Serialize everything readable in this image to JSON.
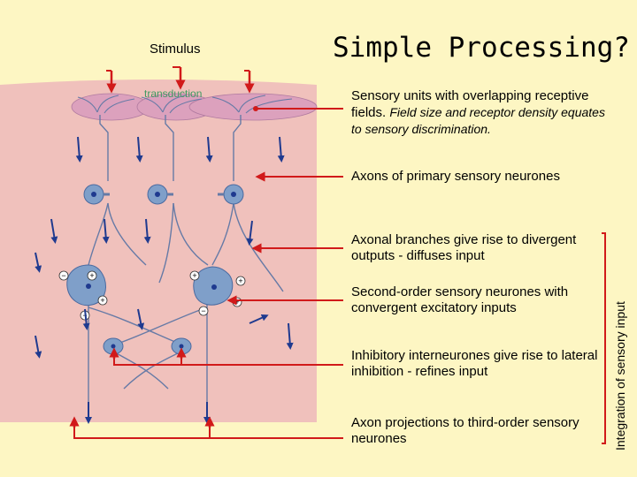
{
  "title": "Simple Processing?",
  "stimulus_label": "Stimulus",
  "transduction_label": "transduction",
  "labels": {
    "sensory_units_main": "Sensory units with overlapping receptive fields.",
    "sensory_units_detail": "Field size and receptor density equates to sensory discrimination.",
    "axons_primary": "Axons of primary sensory neurones",
    "axonal_branches": "Axonal branches give rise to divergent outputs - diffuses input",
    "second_order": "Second-order sensory neurones with convergent excitatory inputs",
    "inhibitory": "Inhibitory interneurones give rise to lateral inhibition - refines input",
    "axon_projections": "Axon projections to third-order sensory neurones",
    "integration": "Integration of sensory input"
  },
  "synapse_signs": {
    "excitatory": "+",
    "inhibitory": "−"
  },
  "colors": {
    "background": "#fdf6c3",
    "tissue": "#f0c1bc",
    "receptive_field": "#dca1bd",
    "neuron": "#7f9fc9",
    "arrow_blue": "#1f3a8f",
    "pointer_red": "#d11a1a"
  }
}
